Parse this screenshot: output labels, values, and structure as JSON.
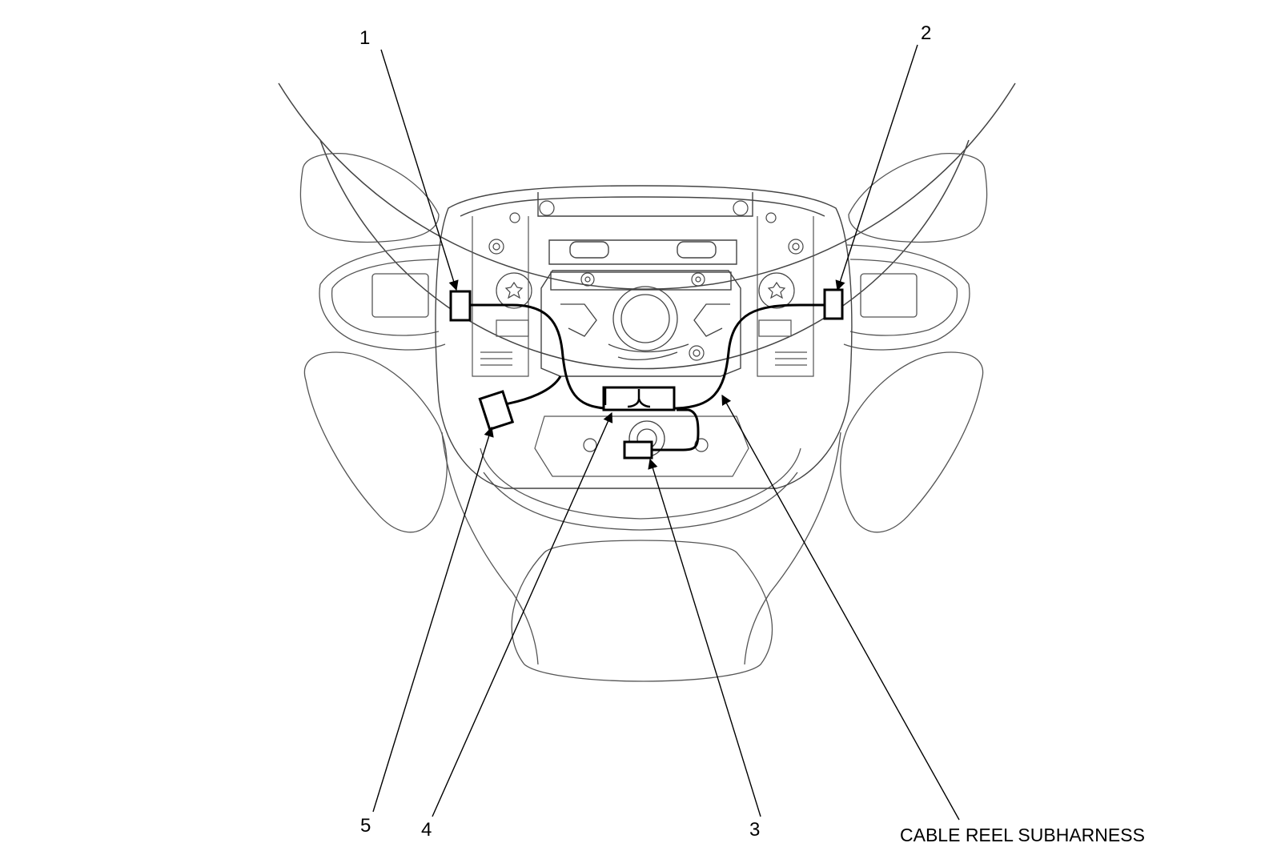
{
  "callouts": {
    "c1": "1",
    "c2": "2",
    "c3": "3",
    "c4": "4",
    "c5": "5",
    "cable_reel": "CABLE REEL SUBHARNESS"
  },
  "colors": {
    "line": "#000000",
    "background": "#ffffff",
    "outline": "#555555"
  }
}
